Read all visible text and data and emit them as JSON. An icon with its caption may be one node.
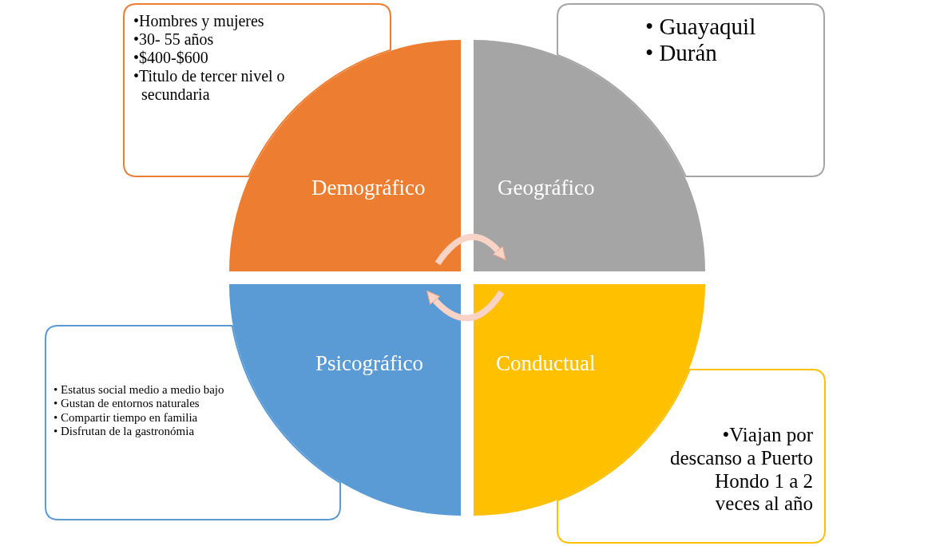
{
  "diagram": {
    "nodes": [
      {
        "text": [
          "•Hombres y mujeres",
          "•30- 55 años",
          "•$400-$600",
          "•Titulo de tercer nivel o secundaria"
        ]
      },
      {
        "text": [
          "• Guayaquil",
          "• Durán"
        ]
      },
      {
        "text": [
          "Demográfico"
        ]
      },
      {
        "text": [
          "Geográfico"
        ]
      },
      {
        "text": [
          "Psicográfico"
        ]
      },
      {
        "text": [
          "Conductual"
        ]
      },
      {
        "text": [
          "• Estatus social medio a medio bajo",
          "• Gustan de entornos naturales",
          "• Compartir tiempo en familia",
          "• Disfrutan de la gastronómia"
        ]
      },
      {
        "text": [
          "•Viajan por descanso a Puerto Hondo 1 a 2 veces al año"
        ]
      }
    ],
    "edges": [
      {
        "from": 2,
        "to": 3,
        "arrow": "to"
      },
      {
        "from": 5,
        "to": 4,
        "arrow": "to"
      }
    ]
  }
}
